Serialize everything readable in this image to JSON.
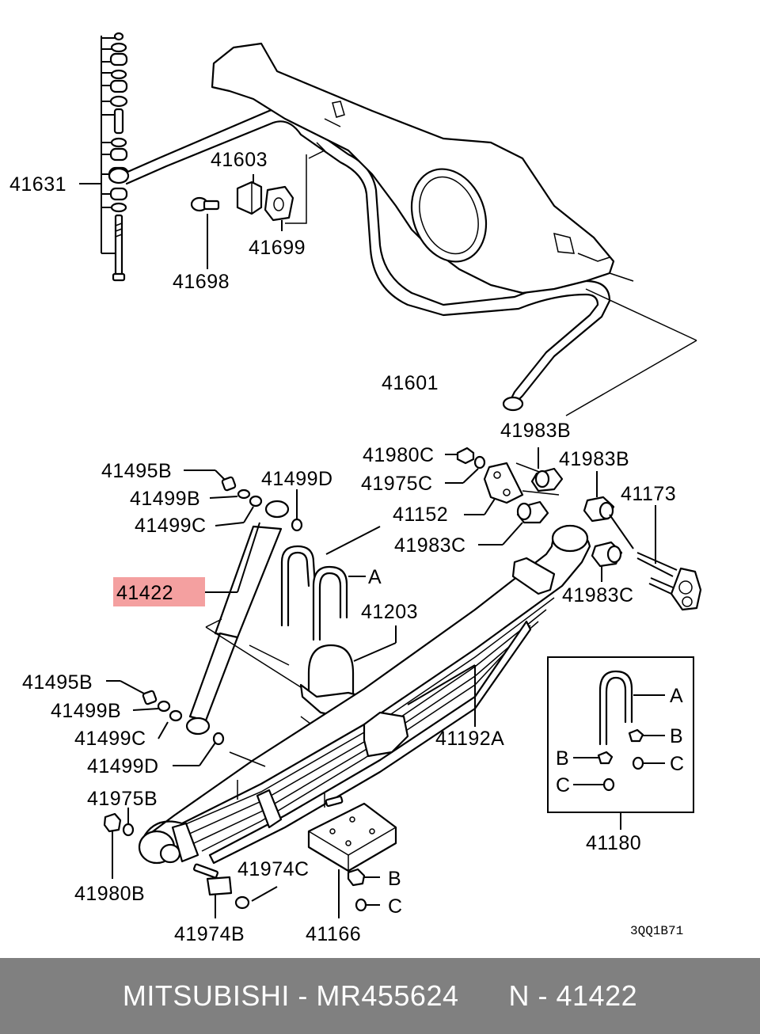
{
  "diagram": {
    "labels": {
      "l41631": "41631",
      "l41603": "41603",
      "l41699": "41699",
      "l41698": "41698",
      "l41601": "41601",
      "l41983B_1": "41983B",
      "l41983B_2": "41983B",
      "l41980C": "41980C",
      "l41975C": "41975C",
      "l41173": "41173",
      "l41495B_top": "41495B",
      "l41499D_top": "41499D",
      "l41499B_top": "41499B",
      "l41499C_top": "41499C",
      "l41152": "41152",
      "l41983C_1": "41983C",
      "l41983C_2": "41983C",
      "l41422": "41422",
      "lA_main": "A",
      "l41203": "41203",
      "l41495B_bot": "41495B",
      "l41499B_bot": "41499B",
      "l41499C_bot": "41499C",
      "l41499D_bot": "41499D",
      "l41192A": "41192A",
      "l41975B": "41975B",
      "l41980B": "41980B",
      "l41974C": "41974C",
      "l41974B": "41974B",
      "l41166": "41166",
      "lB_plate": "B",
      "lC_plate": "C",
      "lA_box": "A",
      "lB_box1": "B",
      "lB_box2": "B",
      "lC_box1": "C",
      "lC_box2": "C",
      "l41180": "41180"
    },
    "drawing_code": "3QQ1B71",
    "highlight_color": "#f4a0a0"
  },
  "footer": {
    "brand": "MITSUBISHI",
    "part_number": "MR455624",
    "ref": "N - 41422"
  }
}
